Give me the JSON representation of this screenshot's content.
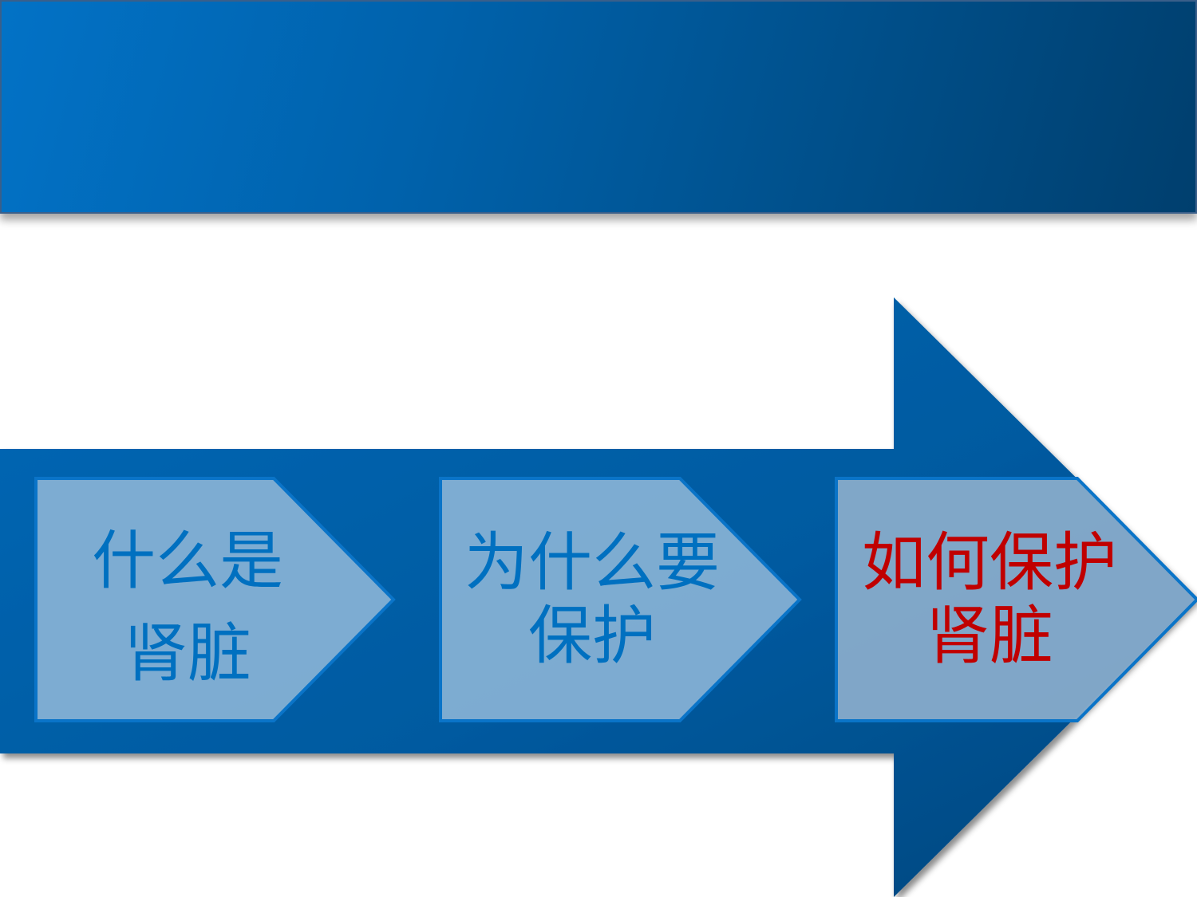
{
  "slide": {
    "title": "",
    "colors": {
      "title_bar_start": "#0272c6",
      "title_bar_end": "#003f6e",
      "arrow_start": "#0066b3",
      "arrow_end": "#004a80",
      "chevron_fill": "#84b0d4",
      "chevron_border": "#0a74c8",
      "text_blue": "#0070c0",
      "text_red": "#c00000"
    }
  },
  "process": {
    "steps": [
      {
        "line1": "什么是",
        "line2": "肾脏",
        "color": "#0070c0",
        "highlighted": false
      },
      {
        "line1": "为什么要",
        "line2": "保护",
        "color": "#0070c0",
        "highlighted": false
      },
      {
        "line1": "如何保护",
        "line2": "肾脏",
        "color": "#c00000",
        "highlighted": true
      }
    ]
  }
}
